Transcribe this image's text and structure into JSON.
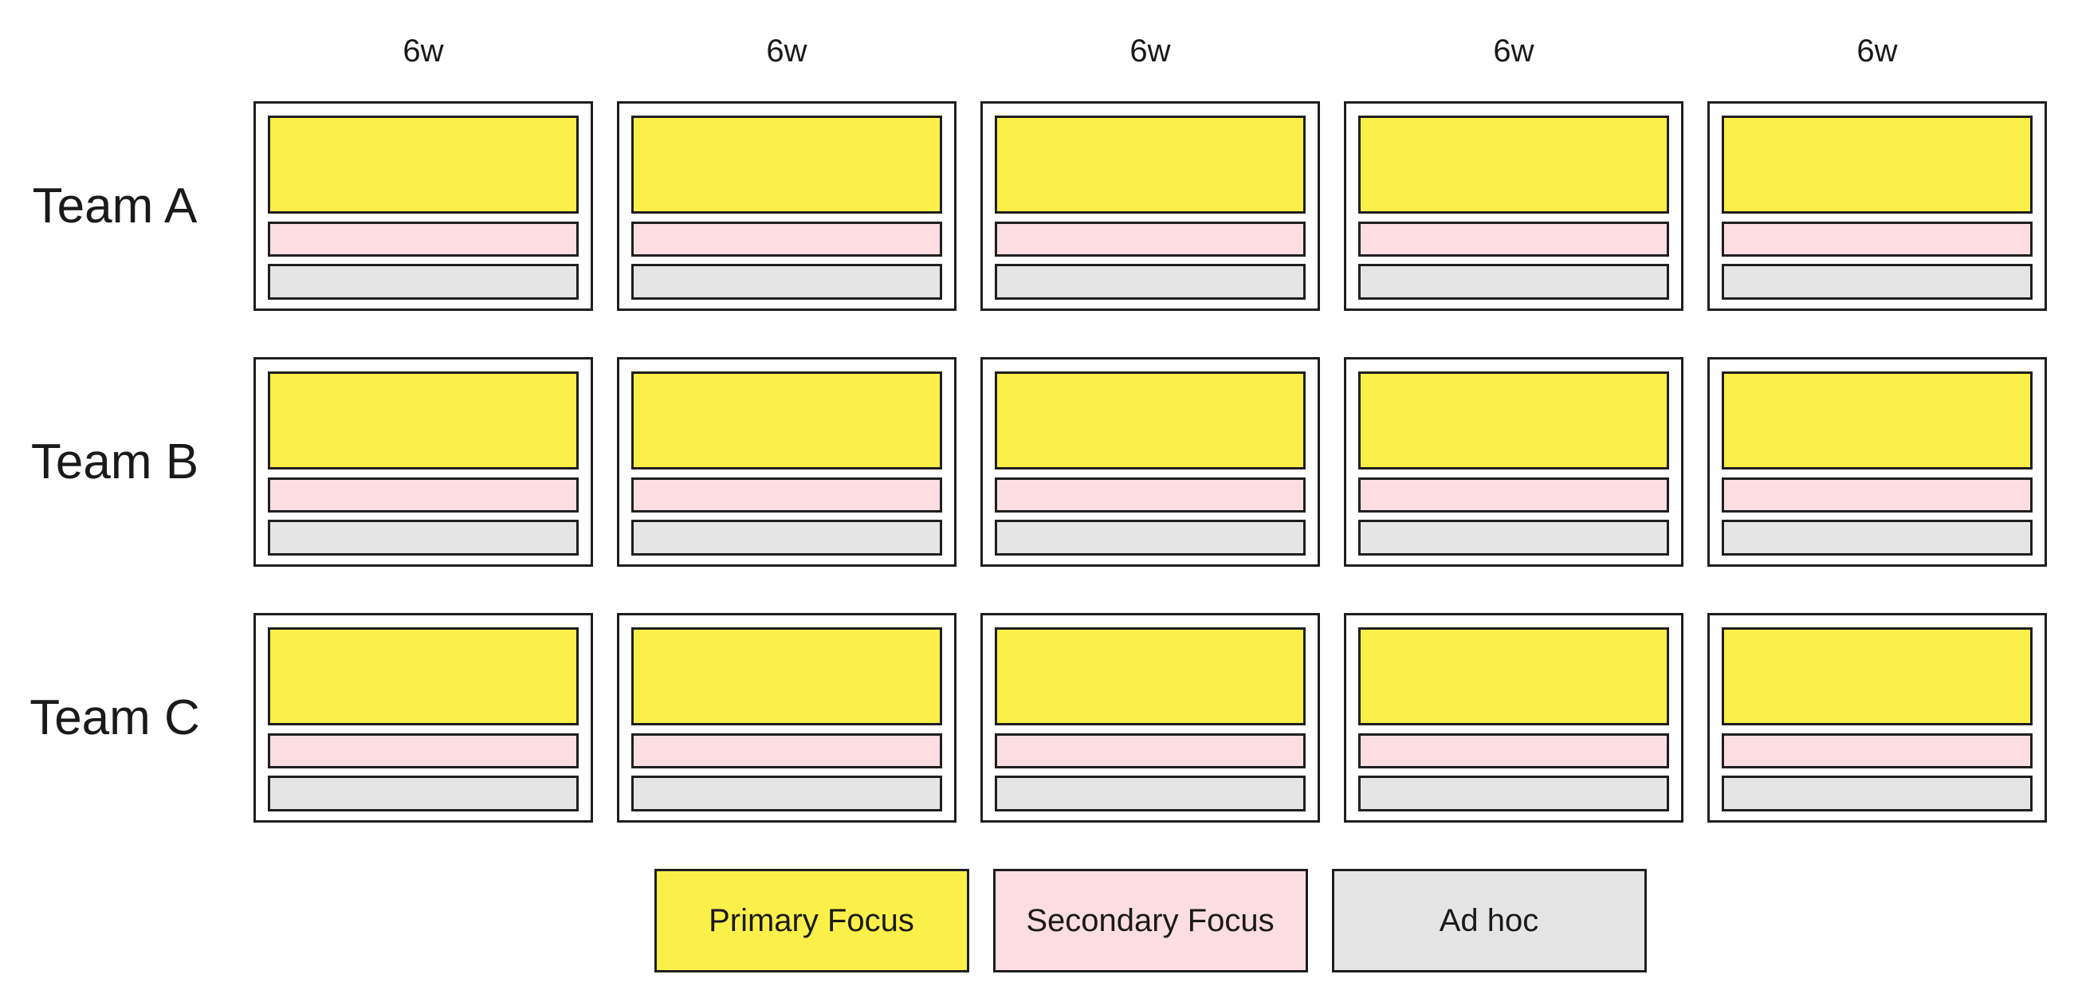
{
  "column_labels": [
    "6w",
    "6w",
    "6w",
    "6w",
    "6w"
  ],
  "teams": [
    {
      "label": "Team A"
    },
    {
      "label": "Team B"
    },
    {
      "label": "Team C"
    }
  ],
  "legend": [
    {
      "label": "Primary Focus",
      "color": "#FBF049",
      "bar_name": "primary-focus"
    },
    {
      "label": "Secondary Focus",
      "color": "#FCDDE1",
      "bar_name": "secondary-focus"
    },
    {
      "label": "Ad hoc",
      "color": "#E5E5E5",
      "bar_name": "ad-hoc"
    }
  ],
  "colors": {
    "border": "#1F1F1F",
    "text": "#1A1A1A",
    "background": "#FFFFFF"
  }
}
